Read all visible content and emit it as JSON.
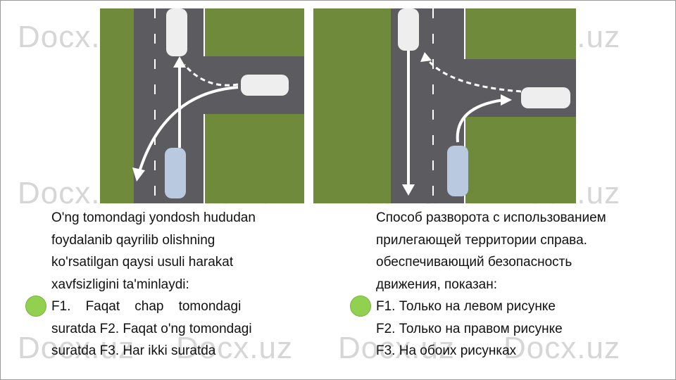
{
  "watermark": "Docx.uz",
  "left": {
    "question": [
      "O'ng tomondagi yondosh hududan",
      "foydalanib qayrilib olishning",
      "ko'rsatilgan qaysi usuli harakat",
      "xavfsizligini ta'minlaydi:"
    ],
    "answer_line1": "F1.    Faqat    chap    tomondagi",
    "answer_rest": [
      "suratda F2. Faqat o'ng tomondagi",
      "suratda F3. Har ikki suratda"
    ]
  },
  "right": {
    "question": [
      "Способ разворота с использованием",
      "прилегающей территории справа.",
      "обеспечивающий безопасность",
      "движения, показан:"
    ],
    "options": [
      "F1. Только на левом рисунке",
      "F2. Только на правом рисунке",
      "F3. На обоих рисунках"
    ]
  },
  "colors": {
    "marker": "#92d050",
    "grass": "#6f8a3a",
    "road": "#5c5c60"
  }
}
